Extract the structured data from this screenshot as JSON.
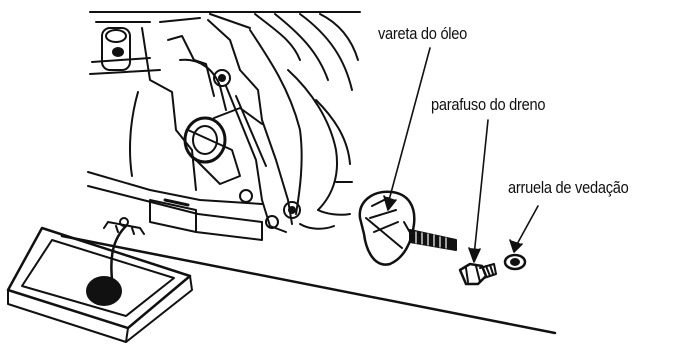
{
  "labels": {
    "dipstick": "vareta do óleo",
    "drain_bolt": "parafuso do dreno",
    "sealing_washer": "arruela de vedação"
  },
  "colors": {
    "ink": "#111111",
    "paper": "#ffffff"
  }
}
